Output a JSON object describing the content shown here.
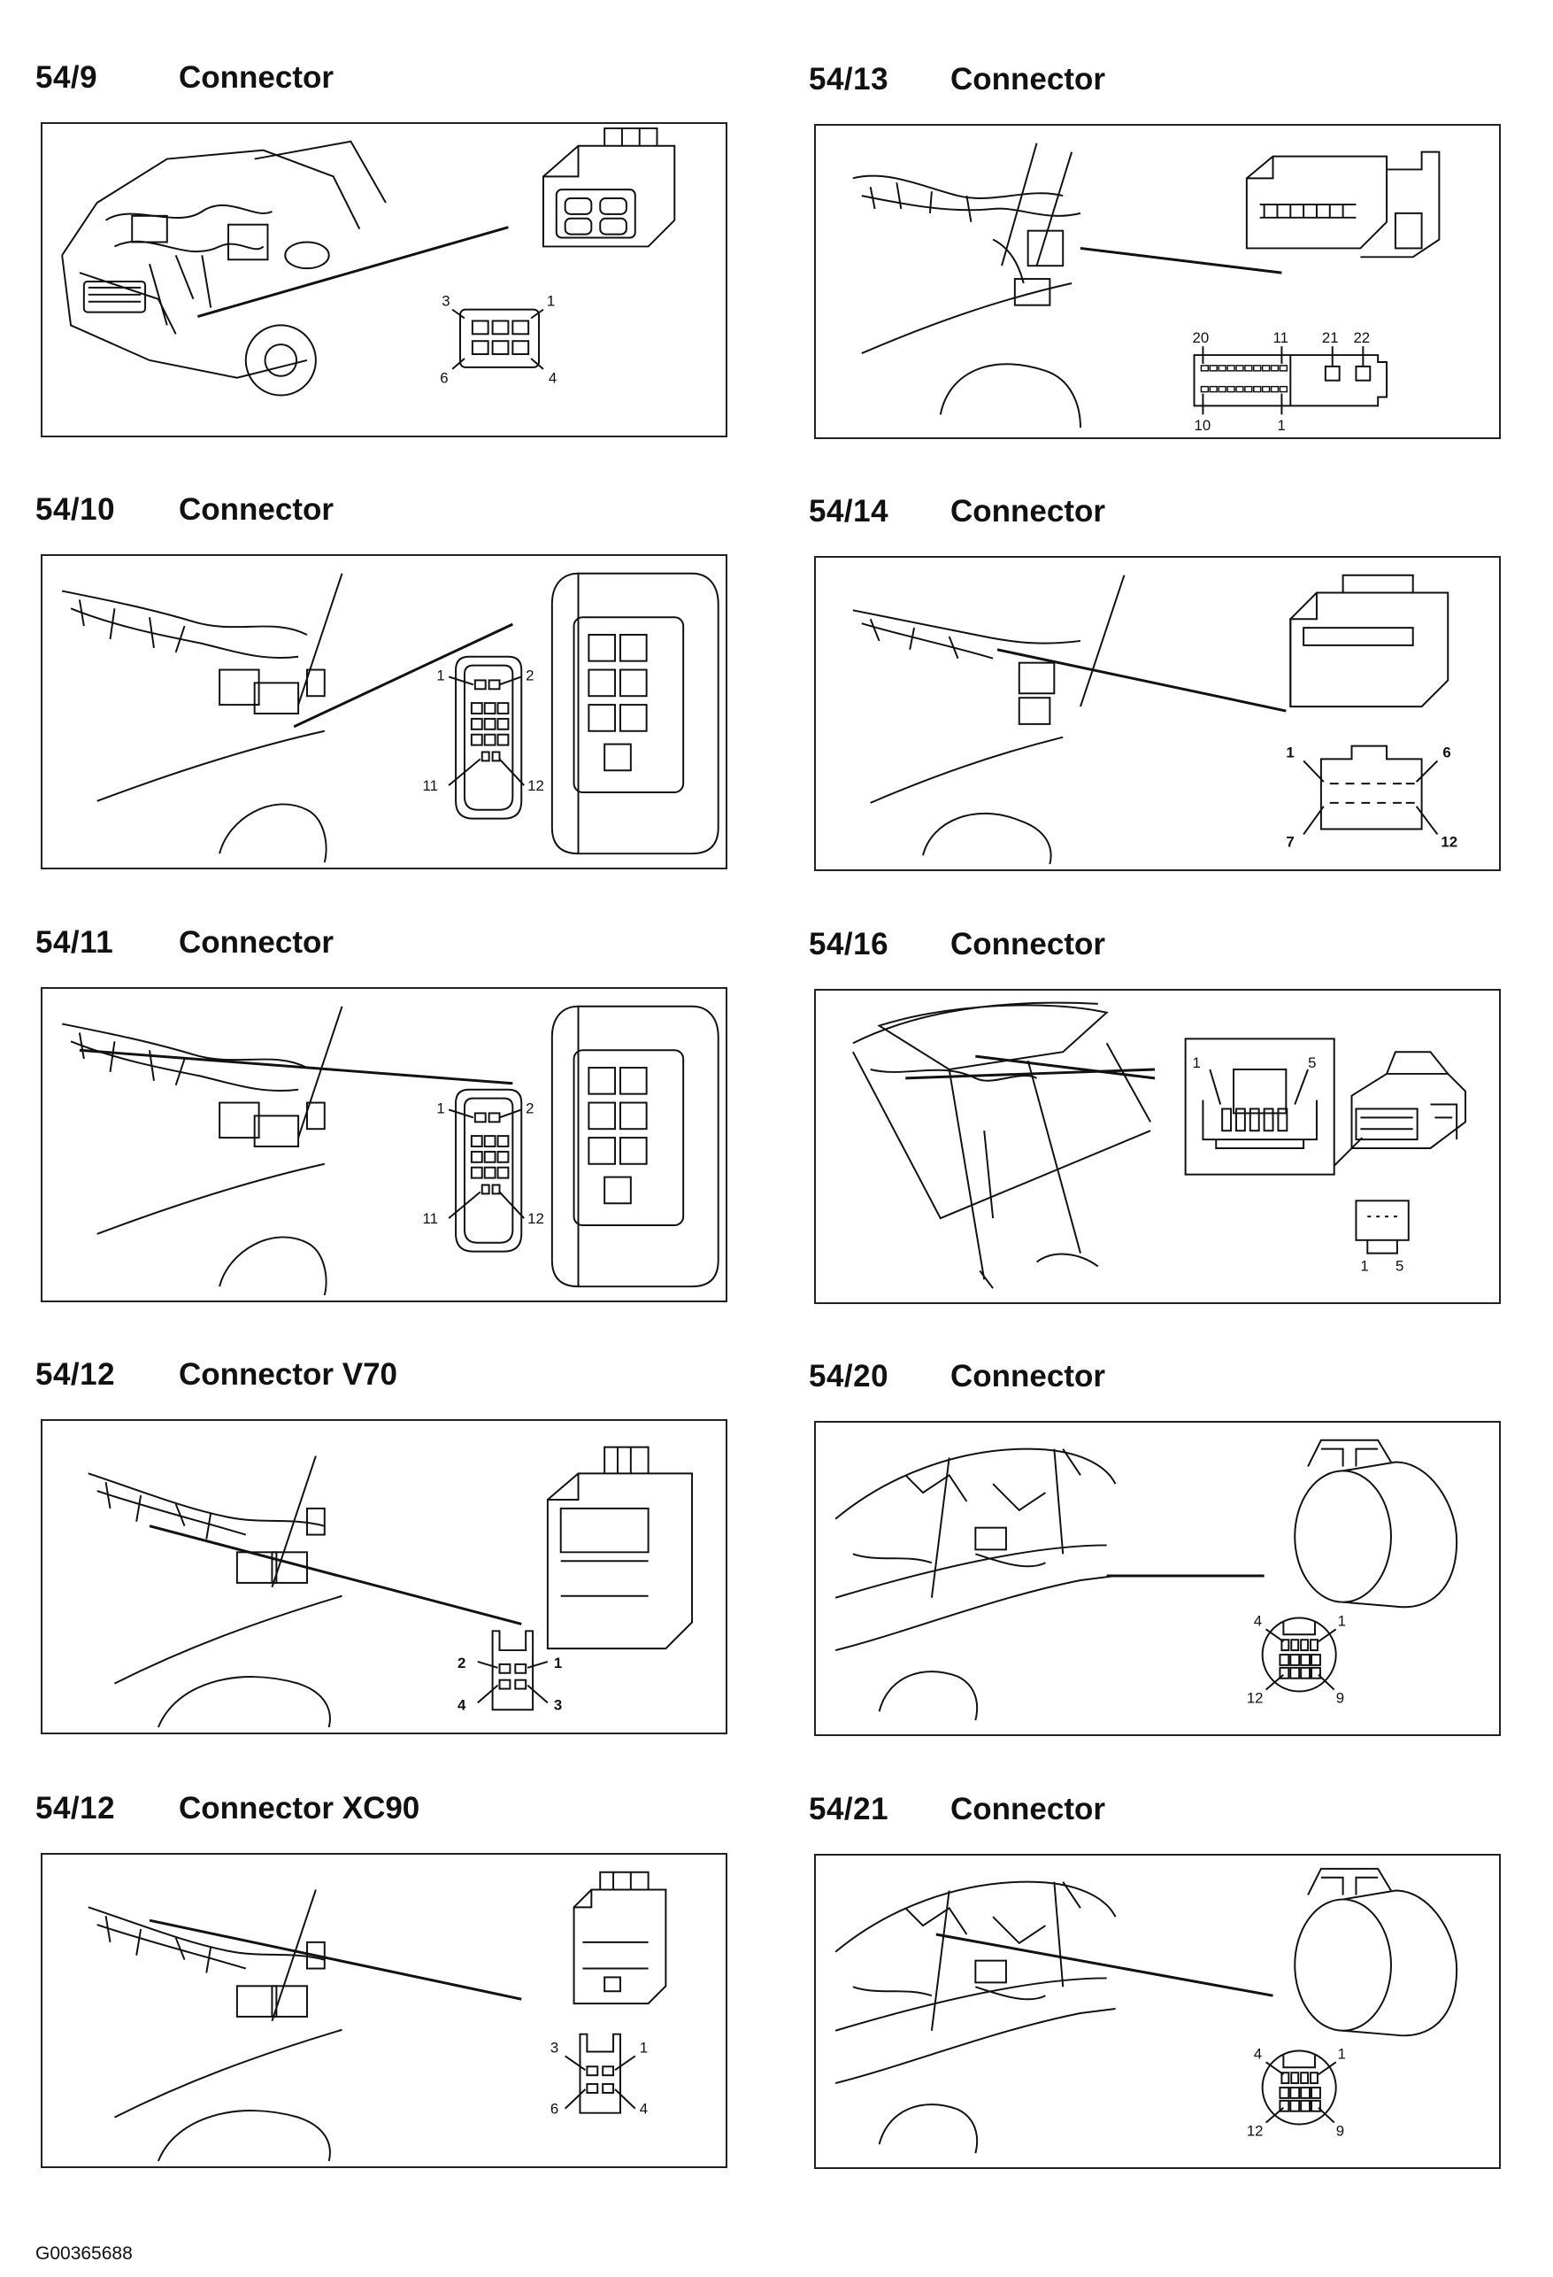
{
  "entries": [
    {
      "code": "54/9",
      "title": "Connector",
      "pins": [
        "3",
        "1",
        "6",
        "4"
      ]
    },
    {
      "code": "54/13",
      "title": "Connector",
      "pins": [
        "20",
        "11",
        "21",
        "22",
        "10",
        "1"
      ]
    },
    {
      "code": "54/10",
      "title": "Connector",
      "pins": [
        "1",
        "2",
        "11",
        "12"
      ]
    },
    {
      "code": "54/14",
      "title": "Connector",
      "pins": [
        "1",
        "6",
        "7",
        "12"
      ]
    },
    {
      "code": "54/11",
      "title": "Connector",
      "pins": [
        "1",
        "2",
        "11",
        "12"
      ]
    },
    {
      "code": "54/16",
      "title": "Connector",
      "pins": [
        "1",
        "5",
        "1",
        "5"
      ]
    },
    {
      "code": "54/12",
      "title": "Connector V70",
      "pins": [
        "2",
        "1",
        "4",
        "3"
      ]
    },
    {
      "code": "54/20",
      "title": "Connector",
      "pins": [
        "4",
        "1",
        "12",
        "9"
      ]
    },
    {
      "code": "54/12",
      "title": "Connector XC90",
      "pins": [
        "3",
        "1",
        "6",
        "4"
      ]
    },
    {
      "code": "54/21",
      "title": "Connector",
      "pins": [
        "4",
        "1",
        "12",
        "9"
      ]
    }
  ],
  "footer": {
    "image_code": "G00365688"
  },
  "icons": [
    "wiring-harness-icon",
    "connector-housing-icon",
    "pin-layout-icon"
  ]
}
